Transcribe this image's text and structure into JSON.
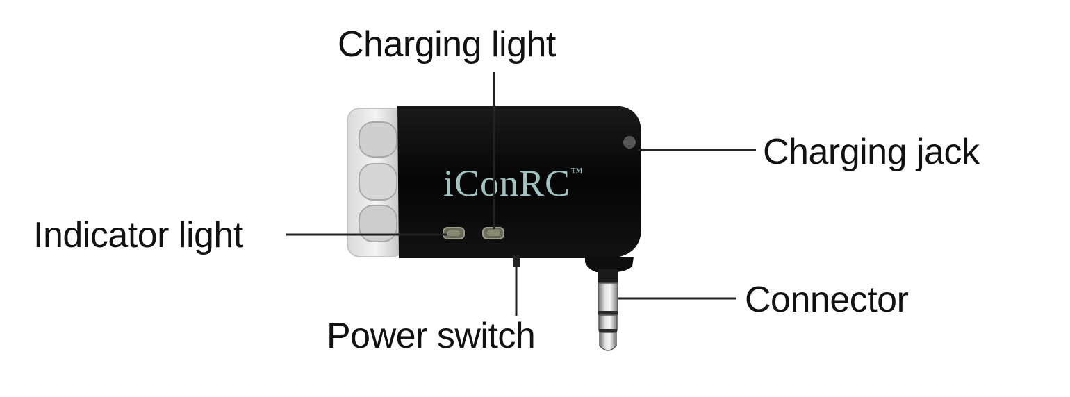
{
  "device": {
    "brand_logo_text": "iConRC",
    "brand_mark": "™"
  },
  "callouts": {
    "charging_light": "Charging light",
    "charging_jack": "Charging jack",
    "indicator_light": "Indicator light",
    "connector": "Connector",
    "power_switch": "Power switch"
  },
  "colors": {
    "body": "#0b0b0b",
    "logo": "#9fc4c2",
    "leader_line": "#222222",
    "label_text": "#111111",
    "plug_metal": "#b9b9b9"
  }
}
